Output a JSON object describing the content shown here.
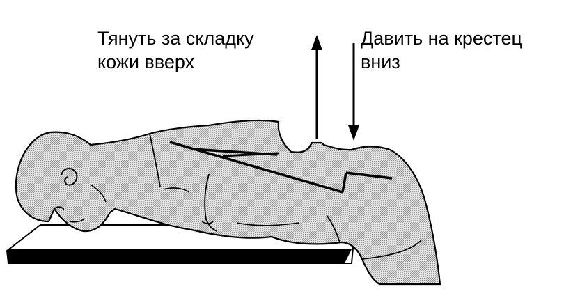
{
  "labels": {
    "pull": {
      "line1": "Тянуть за складку",
      "line2": "кожи вверх"
    },
    "push": {
      "line1": "Давить на крестец",
      "line2": "вниз"
    }
  },
  "colors": {
    "ink": "#000000",
    "body_fill": "#d4d4d4",
    "background": "#ffffff"
  }
}
